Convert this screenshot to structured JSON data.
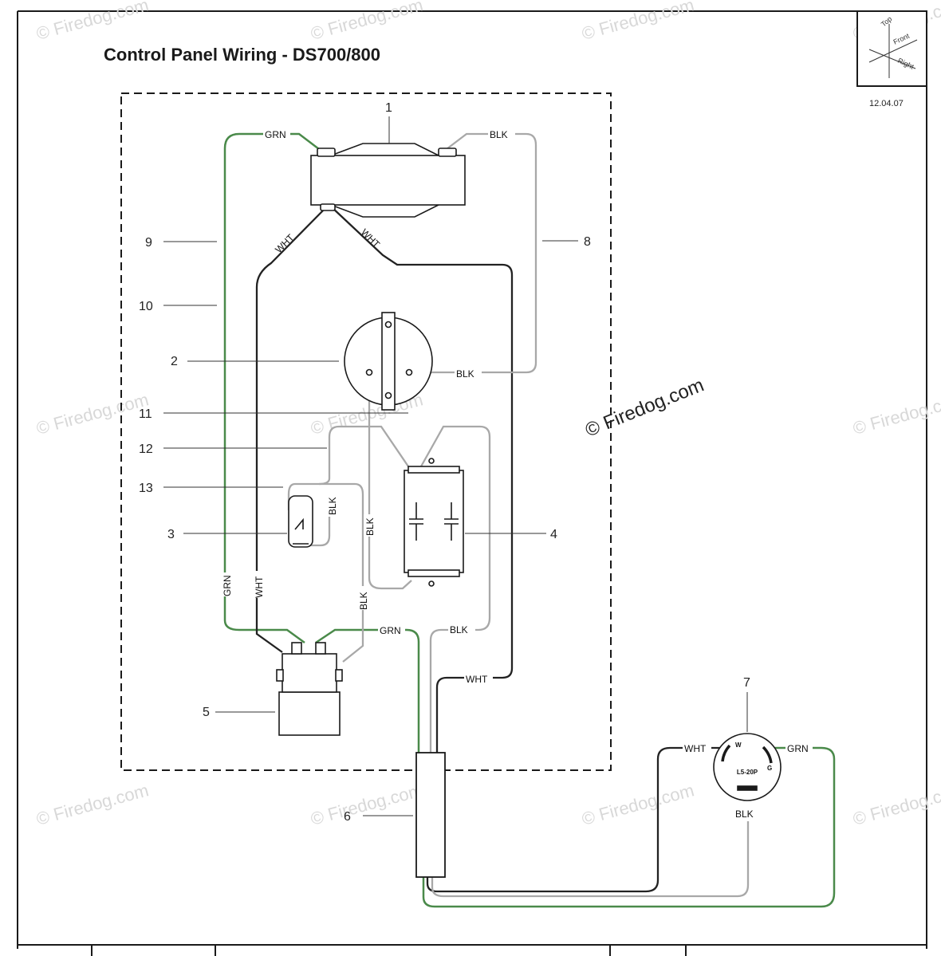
{
  "title": "Control Panel Wiring - DS700/800",
  "revision_date": "12.04.07",
  "copyright": "© Firedog.com",
  "watermark": "© Firedog.com",
  "orientation": {
    "top": "Top",
    "front": "Front",
    "right": "Right"
  },
  "callouts": [
    "1",
    "2",
    "3",
    "4",
    "5",
    "6",
    "7",
    "8",
    "9",
    "10",
    "11",
    "12",
    "13"
  ],
  "wire_labels": {
    "grn": "GRN",
    "blk": "BLK",
    "wht": "WHT"
  },
  "plug": {
    "model": "L5-20P",
    "w": "W",
    "g": "G"
  },
  "colors": {
    "green_wire": "#4a8a4a",
    "black_wire": "#222222",
    "blk_wire_gray": "#a8a8a8",
    "outline": "#1a1a1a",
    "watermark": "#d8d8d8"
  }
}
